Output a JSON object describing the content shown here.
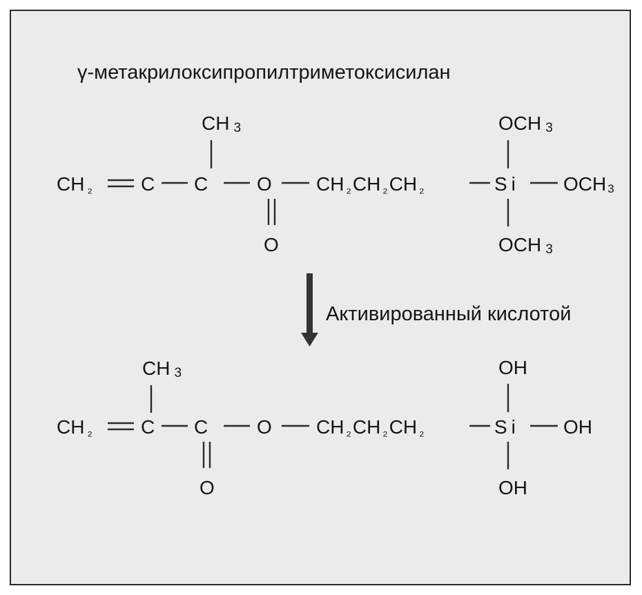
{
  "diagram": {
    "title": "γ-метакрилоксипропилтриметоксисилан",
    "arrow_label": "Активированный кислотой",
    "top_molecule": {
      "main_chain": [
        "CH",
        "₂",
        "C",
        "C",
        "O",
        "CH",
        "₂",
        "CH",
        "₂",
        "CH",
        "₂",
        "Si"
      ],
      "methyl": {
        "label": "CH",
        "sub": "3"
      },
      "carbonyl_o": "O",
      "si_top": {
        "label": "OCH",
        "sub": "3"
      },
      "si_right": {
        "label": "OCH",
        "sub": "3"
      },
      "si_bottom": {
        "label": "OCH",
        "sub": "3"
      }
    },
    "bottom_molecule": {
      "main_chain": [
        "CH",
        "₂",
        "C",
        "C",
        "O",
        "CH",
        "₂",
        "CH",
        "₂",
        "CH",
        "₂",
        "Si"
      ],
      "methyl": {
        "label": "CH",
        "sub": "3"
      },
      "carbonyl_o": "O",
      "si_top": "OH",
      "si_right": "OH",
      "si_bottom": "OH"
    },
    "colors": {
      "background": "#ebebeb",
      "ink": "#151515",
      "border": "#2a2a2a",
      "arrow": "#333333"
    }
  }
}
